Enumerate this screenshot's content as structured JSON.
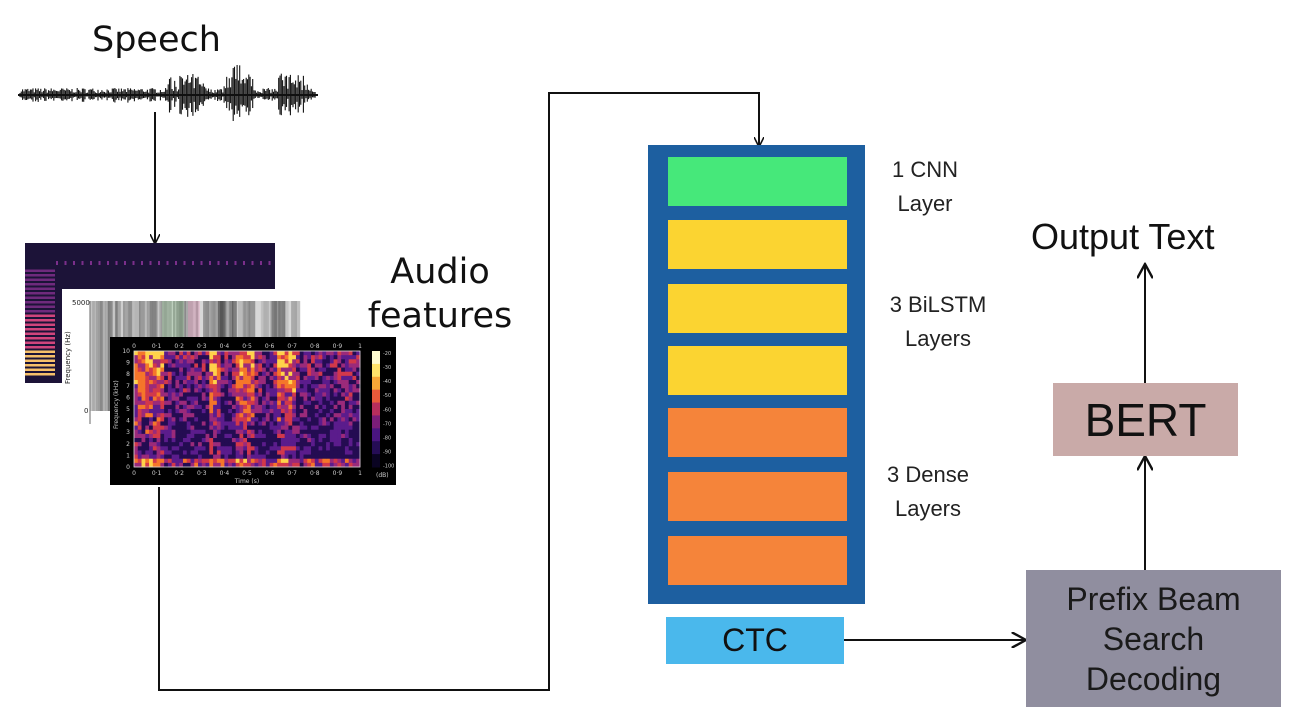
{
  "input": {
    "label": "Speech"
  },
  "features": {
    "label": "Audio features"
  },
  "model": {
    "layers": [
      {
        "kind": "cnn",
        "color": "#46e87a"
      },
      {
        "kind": "bilstm",
        "color": "#fbd431"
      },
      {
        "kind": "bilstm",
        "color": "#fbd431"
      },
      {
        "kind": "bilstm",
        "color": "#fbd431"
      },
      {
        "kind": "dense",
        "color": "#f5843a"
      },
      {
        "kind": "dense",
        "color": "#f5843a"
      },
      {
        "kind": "dense",
        "color": "#f5843a"
      }
    ],
    "frame_color": "#1d5fa0",
    "layer_labels": {
      "cnn": "1 CNN Layer",
      "bilstm": "3 BiLSTM Layers",
      "dense": "3 Dense Layers"
    }
  },
  "ctc": {
    "label": "CTC",
    "color": "#4ab8ec"
  },
  "decoder": {
    "label": "Prefix Beam Search Decoding",
    "color": "#908e9f"
  },
  "bert": {
    "label": "BERT",
    "color": "#c9aaa8"
  },
  "output": {
    "label": "Output Text"
  },
  "spectrogram": {
    "x_ticks": [
      "0",
      "0·1",
      "0·2",
      "0·3",
      "0·4",
      "0·5",
      "0·6",
      "0·7",
      "0·8",
      "0·9",
      "1"
    ],
    "y_ticks": [
      "10",
      "9",
      "8",
      "7",
      "6",
      "5",
      "4",
      "3",
      "2",
      "1",
      "0"
    ],
    "colorbar_ticks": [
      "-20",
      "-30",
      "-40",
      "-50",
      "-60",
      "-70",
      "-80",
      "-90",
      "-100"
    ],
    "xlabel": "Time (s)",
    "ylabel": "Frequency (kHz)",
    "colorbar_unit": "(dB)",
    "mid_ylabel": "Frequency (Hz)",
    "mid_ytick_top": "5000",
    "mid_ytick_bottom": "0"
  }
}
